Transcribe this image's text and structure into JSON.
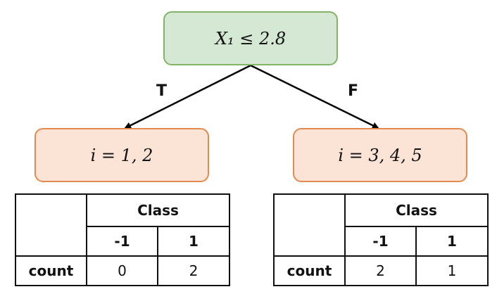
{
  "root": {
    "condition": "X₁ ≤ 2.8"
  },
  "edges": {
    "true_label": "T",
    "false_label": "F"
  },
  "leaves": [
    {
      "label": "i = 1, 2",
      "table": {
        "group_header": "Class",
        "class_labels": [
          "-1",
          "1"
        ],
        "row_label": "count",
        "values": [
          "0",
          "2"
        ]
      }
    },
    {
      "label": "i = 3, 4, 5",
      "table": {
        "group_header": "Class",
        "class_labels": [
          "-1",
          "1"
        ],
        "row_label": "count",
        "values": [
          "2",
          "1"
        ]
      }
    }
  ],
  "colors": {
    "root_fill": "#d5e8d4",
    "root_border": "#82b366",
    "leaf_fill": "#fbe3d5",
    "leaf_border": "#e38b4f",
    "edge": "#000000"
  }
}
